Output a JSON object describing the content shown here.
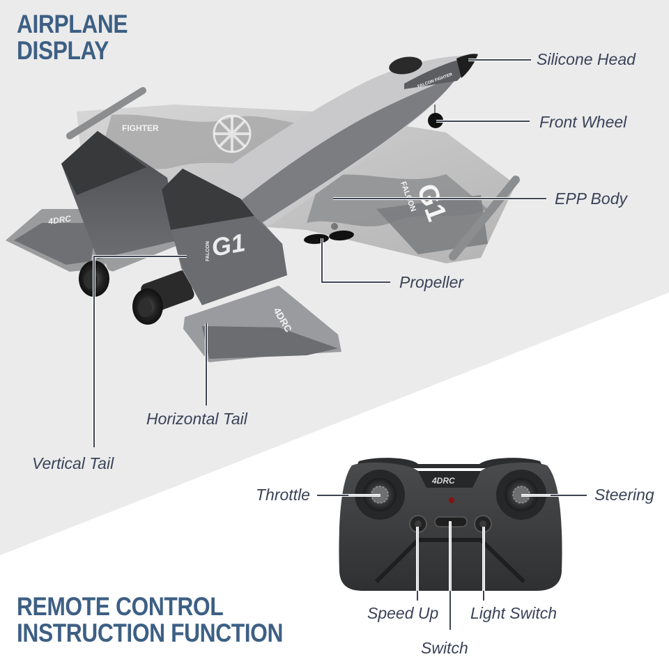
{
  "airplane_section": {
    "heading_line1": "AIRPLANE",
    "heading_line2": "DISPLAY",
    "callouts": [
      {
        "label": "Silicone Head"
      },
      {
        "label": "Front Wheel"
      },
      {
        "label": "EPP Body"
      },
      {
        "label": "Propeller"
      },
      {
        "label": "Horizontal Tail"
      },
      {
        "label": "Vertical Tail"
      }
    ],
    "decals": {
      "tail": "G1",
      "tail_small": "FALCON",
      "wing": "G1",
      "wing_small": "FALCON",
      "nose": "FALCON FIGHTER",
      "wing_left": "FIGHTER",
      "stabilizer": "4DRC"
    }
  },
  "remote_section": {
    "heading_line1": "REMOTE CONTROL",
    "heading_line2": "INSTRUCTION FUNCTION",
    "brand_logo": "4DRC",
    "callouts": [
      {
        "label": "Throttle"
      },
      {
        "label": "Steering"
      },
      {
        "label": "Speed Up"
      },
      {
        "label": "Light Switch"
      },
      {
        "label": "Switch"
      }
    ]
  },
  "colors": {
    "heading": "#3d5f84",
    "label": "#3a4258",
    "bg_upper": "#ebebeb",
    "bg_lower": "#ffffff",
    "controller_body": "#3a3b3d",
    "led": "#8a1010"
  }
}
